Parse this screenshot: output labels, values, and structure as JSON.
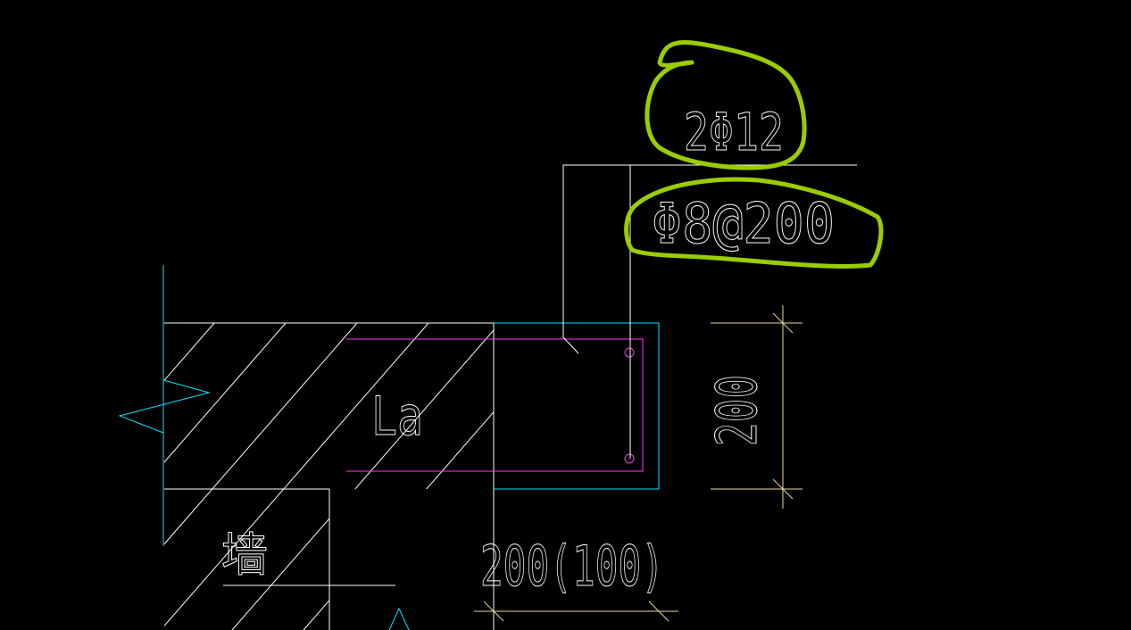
{
  "drawing": {
    "main_rebar_label": "2Φ12",
    "stirrup_label": "Φ8@200",
    "anchorage_label": "La",
    "wall_label": "墙",
    "height_dim_label": "200",
    "width_dim_label": "200(100)"
  },
  "colors": {
    "background": "#000000",
    "linework": "#ffffff",
    "concrete_outline": "#00e5ff",
    "rebar": "#ff33ff",
    "highlight": "#9acd00",
    "dimension": "#e8d8a0"
  }
}
